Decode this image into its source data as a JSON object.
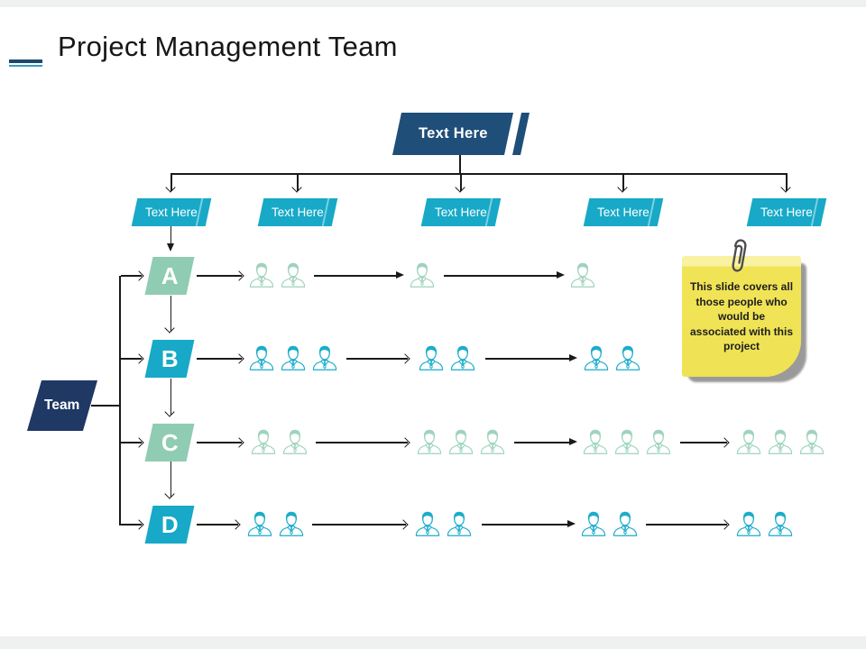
{
  "title": "Project Management Team",
  "hierarchy": {
    "root": {
      "label": "Text Here"
    },
    "branches": [
      {
        "label": "Text Here"
      },
      {
        "label": "Text Here"
      },
      {
        "label": "Text Here"
      },
      {
        "label": "Text Here"
      },
      {
        "label": "Text Here"
      }
    ],
    "team": {
      "label": "Team"
    },
    "rows": [
      {
        "label": "A",
        "color": "#8fccb3",
        "member_groups": [
          2,
          1,
          1
        ]
      },
      {
        "label": "B",
        "color": "#17a9c7",
        "member_groups": [
          3,
          2,
          2
        ]
      },
      {
        "label": "C",
        "color": "#8fccb3",
        "member_groups": [
          2,
          3,
          3,
          3
        ]
      },
      {
        "label": "D",
        "color": "#17a9c7",
        "member_groups": [
          2,
          2,
          2,
          2
        ]
      }
    ]
  },
  "sticky_note": {
    "text": "This slide covers all those people  who would be associated with this project"
  },
  "colors": {
    "root_banner": "#1f4e79",
    "branch_banner": "#17a9c7",
    "team_shape": "#1f3864",
    "row_light": "#8fccb3",
    "row_teal": "#17a9c7",
    "note_yellow": "#efe254",
    "connector": "#1a1a1a"
  }
}
